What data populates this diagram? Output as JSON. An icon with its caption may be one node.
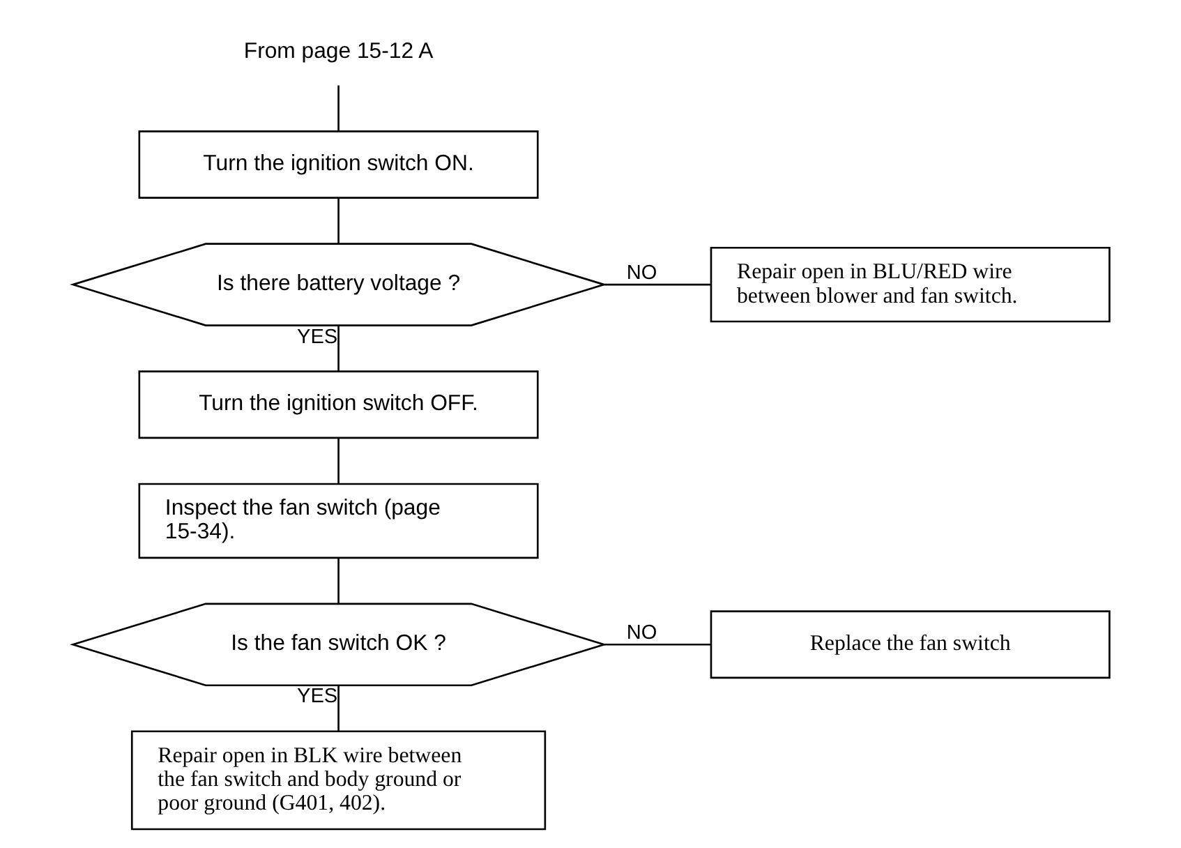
{
  "diagram": {
    "nodes": [
      {
        "text": [
          "From page 15-12 A"
        ]
      },
      {
        "text": [
          "Turn the ignition switch ON."
        ]
      },
      {
        "text": [
          "Is there battery voltage ?"
        ]
      },
      {
        "text": [
          "Repair open in BLU/RED wire between blower and fan switch."
        ]
      },
      {
        "text": [
          "Turn the ignition switch OFF."
        ]
      },
      {
        "text": [
          "Inspect the fan switch (page 15-34)."
        ]
      },
      {
        "text": [
          "Is the fan switch OK ?"
        ]
      },
      {
        "text": [
          "Replace the fan switch"
        ]
      },
      {
        "text": [
          "Repair open in BLK wire between the fan switch and body ground or poor ground (G401, 402)."
        ]
      }
    ],
    "edges": [
      {
        "from": 0,
        "to": 1,
        "arrow": "none"
      },
      {
        "from": 1,
        "to": 2,
        "arrow": "none"
      },
      {
        "from": 2,
        "to": 3,
        "arrow": "none",
        "label": "NO"
      },
      {
        "from": 2,
        "to": 4,
        "arrow": "none",
        "label": "YES"
      },
      {
        "from": 4,
        "to": 5,
        "arrow": "none"
      },
      {
        "from": 5,
        "to": 6,
        "arrow": "none"
      },
      {
        "from": 6,
        "to": 7,
        "arrow": "none",
        "label": "NO"
      },
      {
        "from": 6,
        "to": 8,
        "arrow": "none",
        "label": "YES"
      }
    ]
  }
}
